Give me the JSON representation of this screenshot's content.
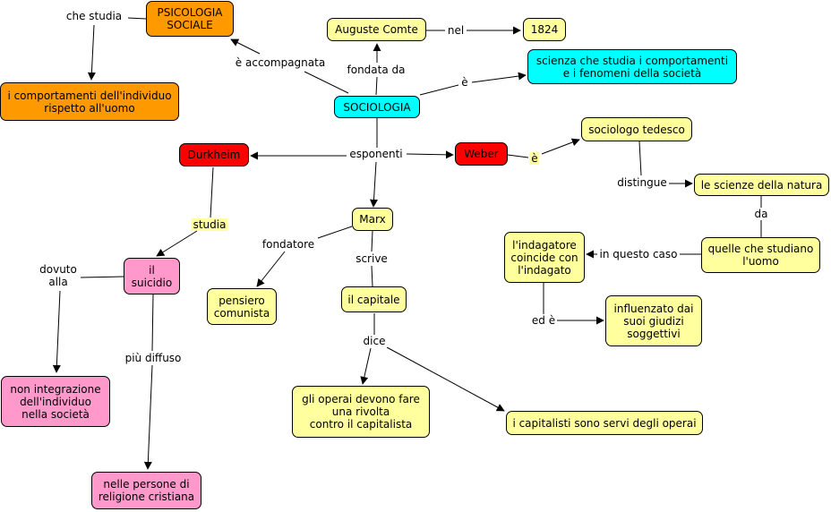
{
  "nodes": {
    "sociologia": "SOCIOLOGIA",
    "auguste_comte": "Auguste Comte",
    "year_1824": "1824",
    "scienza": "scienza che studia i comportamenti\ne i fenomeni della società",
    "psicologia_sociale": "PSICOLOGIA\nSOCIALE",
    "comportamenti_individuo": "i comportamenti dell'individuo\nrispetto all'uomo",
    "durkheim": "Durkheim",
    "weber": "Weber",
    "sociologo_tedesco": "sociologo tedesco",
    "scienze_natura": "le scienze della natura",
    "studiano_uomo": "quelle che studiano\nl'uomo",
    "indagatore": "l'indagatore\ncoincide con\nl'indagato",
    "influenzato": "influenzato dai\nsuoi giudizi\nsoggettivi",
    "marx": "Marx",
    "pensiero_comunista": "pensiero\ncomunista",
    "il_capitale": "il capitale",
    "operai_rivolta": "gli operai devono fare\nuna rivolta\ncontro il capitalista",
    "capitalisti_servi": "i capitalisti sono servi degli operai",
    "suicidio": "il\nsuicidio",
    "non_integrazione": "non integrazione\ndell'individuo\nnella società",
    "religione_cristiana": "nelle persone di\nreligione cristiana"
  },
  "links": {
    "che_studia": "che studia",
    "accompagnata": "è accompagnata",
    "fondata_da": "fondata da",
    "nel": "nel",
    "e_scienza": "è",
    "esponenti": "esponenti",
    "e_weber": "è",
    "distingue": "distingue",
    "da": "da",
    "in_questo_caso": "in questo caso",
    "ed_e": "ed è",
    "studia": "studia",
    "fondatore": "fondatore",
    "scrive": "scrive",
    "dice": "dice",
    "dovuto_alla": "dovuto\nalla",
    "piu_diffuso": "più diffuso"
  },
  "colors": {
    "yellow": "#ffff9e",
    "cyan": "#00ffff",
    "orange": "#ff9900",
    "red": "#ff0000",
    "pink": "#ff99cc"
  }
}
